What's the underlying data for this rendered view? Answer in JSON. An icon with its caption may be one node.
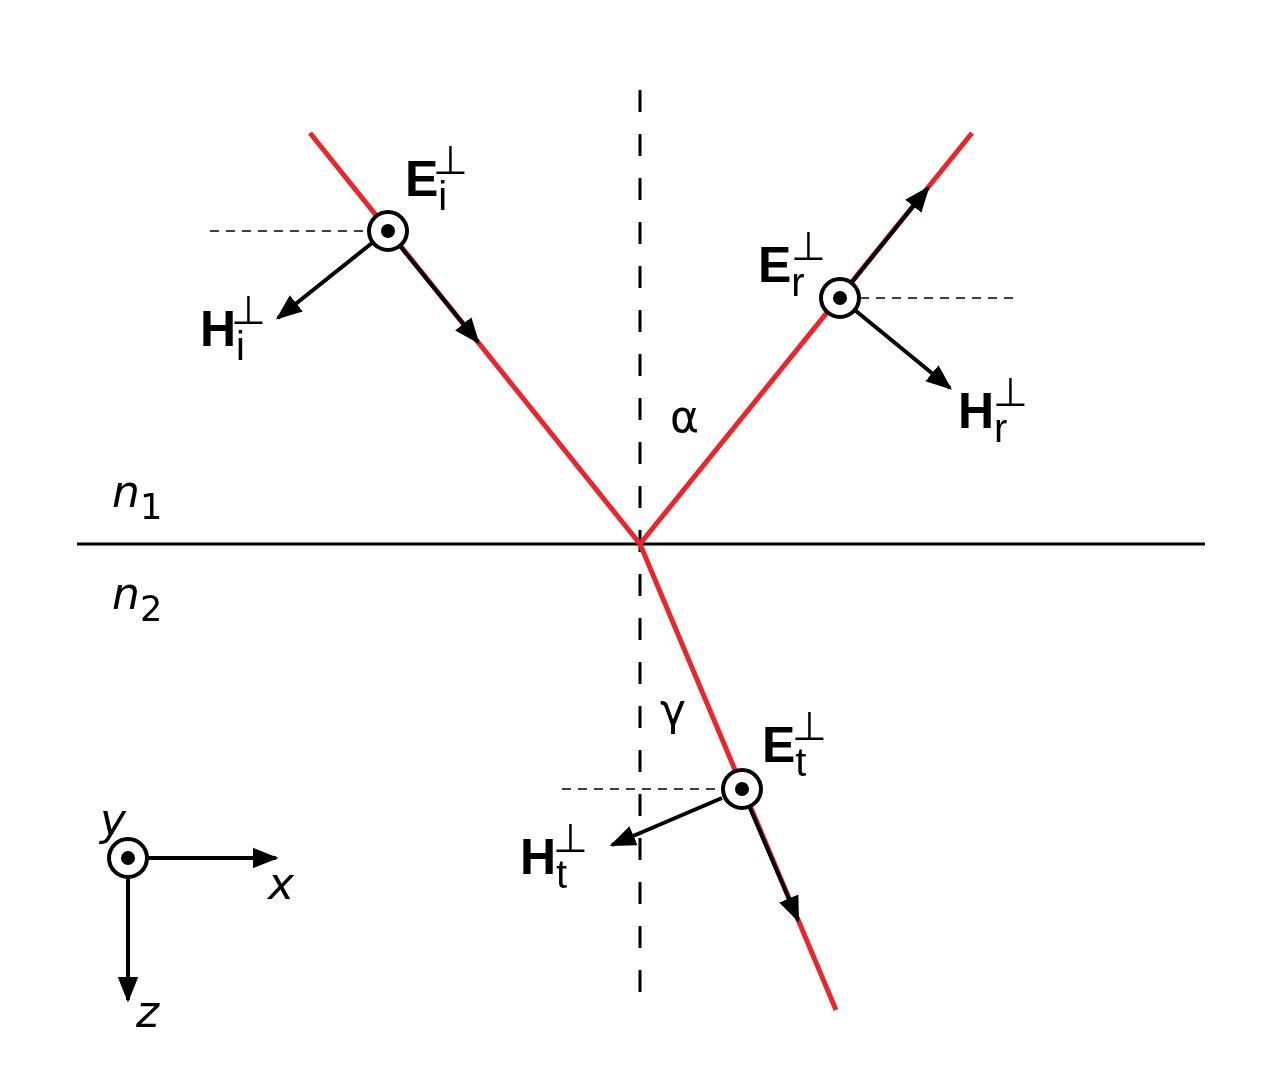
{
  "diagram": {
    "labels": [
      "E$_{i}$$^{⊥}$",
      "E$_{r}$$^{⊥}$",
      "H$_{i}$$^{⊥}$",
      "H$_{r}$$^{⊥}$",
      "α",
      "*n*$_{1}$",
      "*n*$_{2}$",
      "γ",
      "E$_{t}$$^{⊥}$",
      "H$_{t}$$^{⊥}$",
      "y",
      "x",
      "z"
    ]
  }
}
